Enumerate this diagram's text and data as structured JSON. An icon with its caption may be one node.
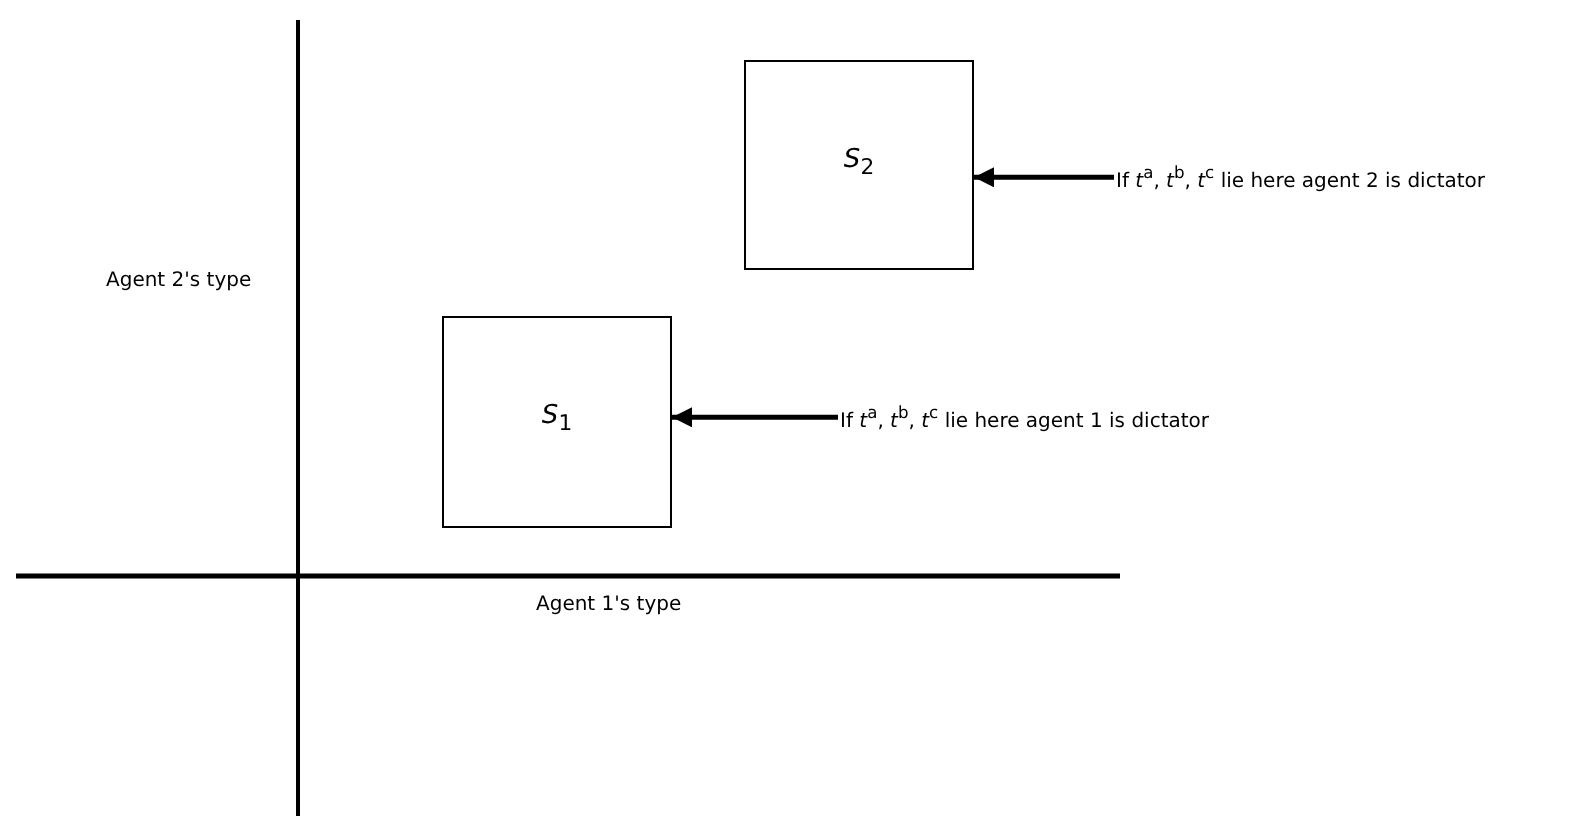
{
  "diagram": {
    "nodes": [
      {
        "text": [
          "*S*$_{2}$"
        ]
      },
      {
        "text": [
          "If *t*$^{a}$, *t*$^{b}$, *t*$^{c}$ lie here agent 2 is dictator"
        ]
      },
      {
        "text": [
          "*S*$_{1}$"
        ]
      },
      {
        "text": [
          "If *t*$^{a}$, *t*$^{b}$, *t*$^{c}$ lie here agent 1 is dictator"
        ]
      }
    ],
    "edges": [
      {
        "from": 1,
        "to": 0,
        "arrow": "to"
      },
      {
        "from": 3,
        "to": 2,
        "arrow": "to"
      }
    ],
    "labels": [
      "Agent 2's type",
      "Agent 1's type"
    ]
  }
}
